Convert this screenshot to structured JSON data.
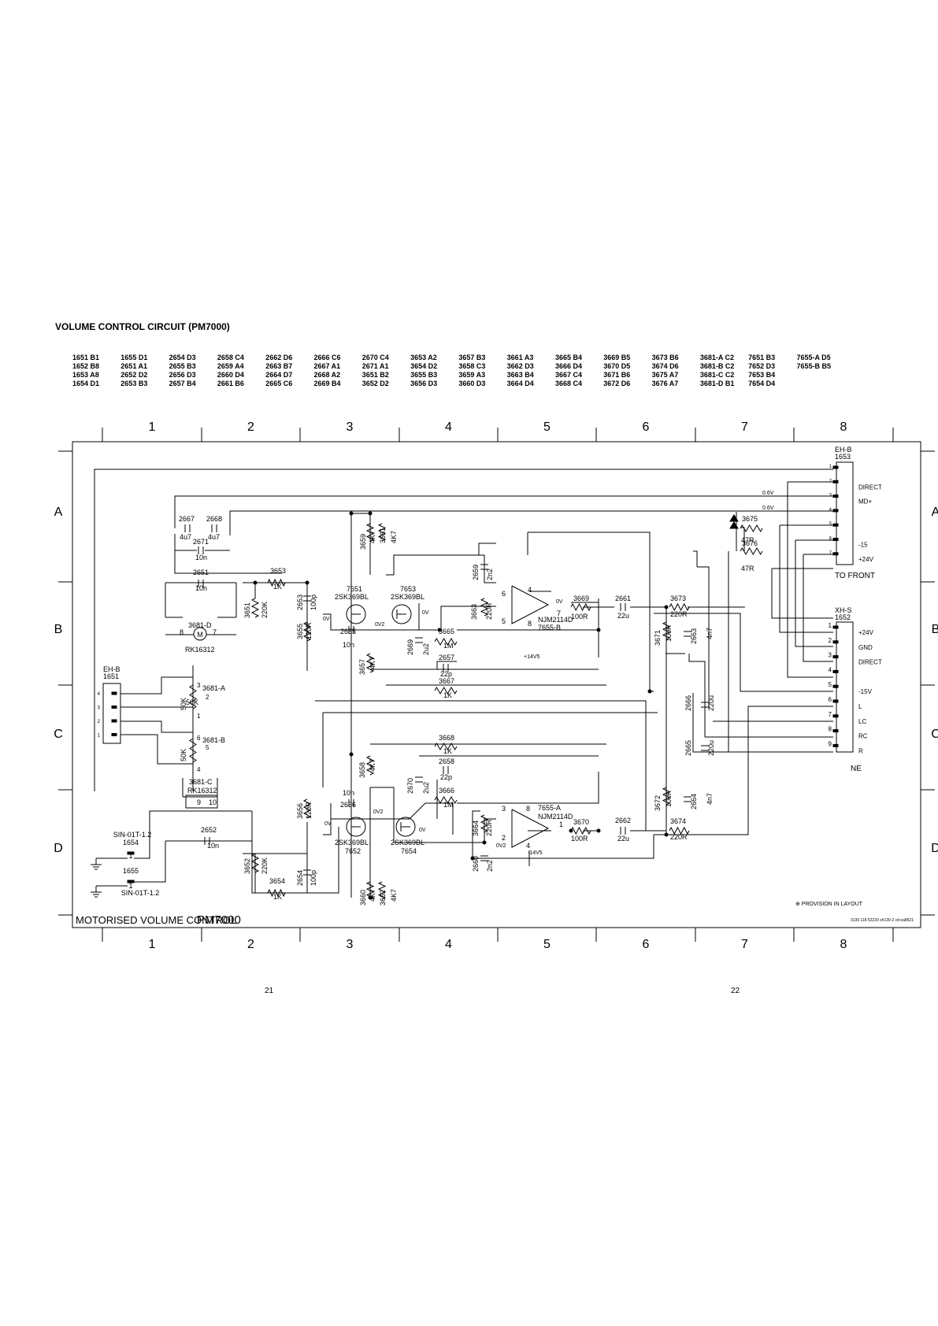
{
  "title": "VOLUME CONTROL CIRCUIT (PM7000)",
  "index": [
    [
      "1651 B1",
      "1652 B8",
      "1653 A8",
      "1654 D1"
    ],
    [
      "1655 D1",
      "2651 A1",
      "2652 D2",
      "2653 B3"
    ],
    [
      "2654 D3",
      "2655 B3",
      "2656 D3",
      "2657 B4"
    ],
    [
      "2658 C4",
      "2659 A4",
      "2660 D4",
      "2661 B6"
    ],
    [
      "2662 D6",
      "2663 B7",
      "2664 D7",
      "2665 C6"
    ],
    [
      "2666 C6",
      "2667 A1",
      "2668 A2",
      "2669 B4"
    ],
    [
      "2670 C4",
      "2671 A1",
      "3651 B2",
      "3652 D2"
    ],
    [
      "3653 A2",
      "3654 D2",
      "3655 B3",
      "3656 D3"
    ],
    [
      "3657 B3",
      "3658 C3",
      "3659 A3",
      "3660 D3"
    ],
    [
      "3661 A3",
      "3662 D3",
      "3663 B4",
      "3664 D4"
    ],
    [
      "3665 B4",
      "3666 D4",
      "3667 C4",
      "3668 C4"
    ],
    [
      "3669 B5",
      "3670 D5",
      "3671 B6",
      "3672 D6"
    ],
    [
      "3673 B6",
      "3674 D6",
      "3675 A7",
      "3676 A7"
    ],
    [
      "3681-A C2",
      "3681-B C2",
      "3681-C C2",
      "3681-D B1"
    ],
    [
      "7651 B3",
      "7652 D3",
      "7653 B4",
      "7654 D4"
    ],
    [
      "7655-A D5",
      "7655-B B5"
    ]
  ],
  "columns": [
    "1",
    "2",
    "3",
    "4",
    "5",
    "6",
    "7",
    "8"
  ],
  "rows": [
    "A",
    "B",
    "C",
    "D"
  ],
  "footer_title": "MOTORISED VOLUME CONTROL",
  "footer_model": "PM7000",
  "footer_code": "3139 118 52220 sh130-2  cd-sa8521",
  "provision_note": "⊕ PROVISION IN LAYOUT",
  "page_left": "21",
  "page_right": "22",
  "connectors": {
    "eh_b_1653": {
      "ref": "EH-B",
      "num": "1653",
      "pins": [
        "1",
        "2",
        "3",
        "4",
        "5",
        "6",
        "7"
      ],
      "labels": [
        "",
        "DIRECT",
        "MD+",
        "",
        "",
        "-15",
        "+24V"
      ],
      "note": "TO FRONT"
    },
    "xh_s_1652": {
      "ref": "XH-S",
      "num": "1652",
      "pins": [
        "1",
        "2",
        "3",
        "4",
        "5",
        "6",
        "7",
        "8",
        "9"
      ],
      "labels": [
        "+24V",
        "GND",
        "DIRECT",
        "",
        "-15V",
        "L",
        "LC",
        "RC",
        "R"
      ],
      "note": "NE"
    },
    "eh_b_1651": {
      "ref": "EH-B",
      "num": "1651",
      "pins": [
        "4",
        "3",
        "2",
        "1"
      ]
    },
    "sin_1654": {
      "ref": "SIN-01T-1.2",
      "num": "1654",
      "pin": "1"
    },
    "sin_1655": {
      "ref": "SIN-01T-1.2",
      "num": "1655",
      "pin": "1"
    }
  },
  "voltages": {
    "v1": "0.6V",
    "v2": "0.6V",
    "v3": "0V",
    "v4": "0V2",
    "v5": "0V2",
    "v6": "0V",
    "v7": "-14V5",
    "v8": "+14V5",
    "v9": "0V",
    "v10": "0V",
    "v11": "0V",
    "v12": "0V2"
  },
  "parts": {
    "c2667": {
      "ref": "2667",
      "val": "4u7"
    },
    "c2668": {
      "ref": "2668",
      "val": "4u7"
    },
    "c2671": {
      "ref": "2671",
      "val": "10n"
    },
    "c2651": {
      "ref": "2651",
      "val": "10n"
    },
    "r3653": {
      "ref": "3653",
      "val": "1K"
    },
    "r3651": {
      "ref": "3651",
      "val": "220K"
    },
    "c2653": {
      "ref": "2653",
      "val": "100p"
    },
    "r3655": {
      "ref": "3655",
      "val": "120R"
    },
    "c2655": {
      "ref": "2655",
      "val": "10n"
    },
    "q7651": {
      "ref": "7651",
      "val": "2SK369BL"
    },
    "q7653": {
      "ref": "7653",
      "val": "2SK369BL"
    },
    "r3659": {
      "ref": "3659",
      "val": "4K7"
    },
    "r3661": {
      "ref": "3661",
      "val": "4K7"
    },
    "c2659": {
      "ref": "2659",
      "val": "2n2"
    },
    "r3663": {
      "ref": "3663",
      "val": "220R"
    },
    "r3665": {
      "ref": "3665",
      "val": "1M"
    },
    "c2669": {
      "ref": "2669",
      "val": "2u2"
    },
    "c2657": {
      "ref": "2657",
      "val": "22p"
    },
    "r3667": {
      "ref": "3667",
      "val": "1K"
    },
    "r3657": {
      "ref": "3657",
      "val": "4K7"
    },
    "u7655b": {
      "ref": "7655-B",
      "val": "NJM2114D",
      "pins": [
        "6",
        "5",
        "7",
        "8",
        "4"
      ]
    },
    "r3669": {
      "ref": "3669",
      "val": "100R"
    },
    "c2661": {
      "ref": "2661",
      "val": "22u"
    },
    "r3673": {
      "ref": "3673",
      "val": "220R"
    },
    "r3671": {
      "ref": "3671",
      "val": "100K"
    },
    "c2663": {
      "ref": "2663",
      "val": "4n7"
    },
    "r3675": {
      "ref": "3675",
      "val": "47R"
    },
    "r3676": {
      "ref": "3676",
      "val": "47R"
    },
    "c2666": {
      "ref": "2666",
      "val": "220u"
    },
    "c2665": {
      "ref": "2665",
      "val": "220u"
    },
    "m3681d": {
      "ref": "3681-D",
      "val": "RK16312",
      "pins": [
        "8",
        "7"
      ],
      "symbol": "M"
    },
    "p3681a": {
      "ref": "3681-A",
      "val": "50K",
      "pins": [
        "3",
        "2",
        "1"
      ]
    },
    "p3681b": {
      "ref": "3681-B",
      "val": "50K",
      "pins": [
        "6",
        "5",
        "4"
      ]
    },
    "p3681c": {
      "ref": "3681-C",
      "val": "RK16312",
      "pins": [
        "9",
        "10"
      ]
    },
    "c2652": {
      "ref": "2652",
      "val": "10n"
    },
    "r3652": {
      "ref": "3652",
      "val": "220K"
    },
    "r3654": {
      "ref": "3654",
      "val": "1K"
    },
    "c2654": {
      "ref": "2654",
      "val": "100p"
    },
    "r3656": {
      "ref": "3656",
      "val": "120R"
    },
    "c2656": {
      "ref": "2656",
      "val": "10n"
    },
    "r3658": {
      "ref": "3658",
      "val": "4K7"
    },
    "r3668": {
      "ref": "3668",
      "val": "1K"
    },
    "c2658": {
      "ref": "2658",
      "val": "22p"
    },
    "c2670": {
      "ref": "2670",
      "val": "2u2"
    },
    "r3666": {
      "ref": "3666",
      "val": "1M"
    },
    "q7652": {
      "ref": "7652",
      "val": "2SK369BL"
    },
    "q7654": {
      "ref": "7654",
      "val": "2SK369BL"
    },
    "r3664": {
      "ref": "3664",
      "val": "220R"
    },
    "c2660": {
      "ref": "2660",
      "val": "2n2"
    },
    "r3660": {
      "ref": "3660",
      "val": "4K7"
    },
    "r3662": {
      "ref": "3662",
      "val": "4K7"
    },
    "u7655a": {
      "ref": "7655-A",
      "val": "NJM2114D",
      "pins": [
        "3",
        "2",
        "1",
        "8",
        "4"
      ]
    },
    "r3670": {
      "ref": "3670",
      "val": "100R"
    },
    "c2662": {
      "ref": "2662",
      "val": "22u"
    },
    "r3674": {
      "ref": "3674",
      "val": "220R"
    },
    "r3672": {
      "ref": "3672",
      "val": "100K"
    },
    "c2664": {
      "ref": "2664",
      "val": "4n7"
    }
  }
}
